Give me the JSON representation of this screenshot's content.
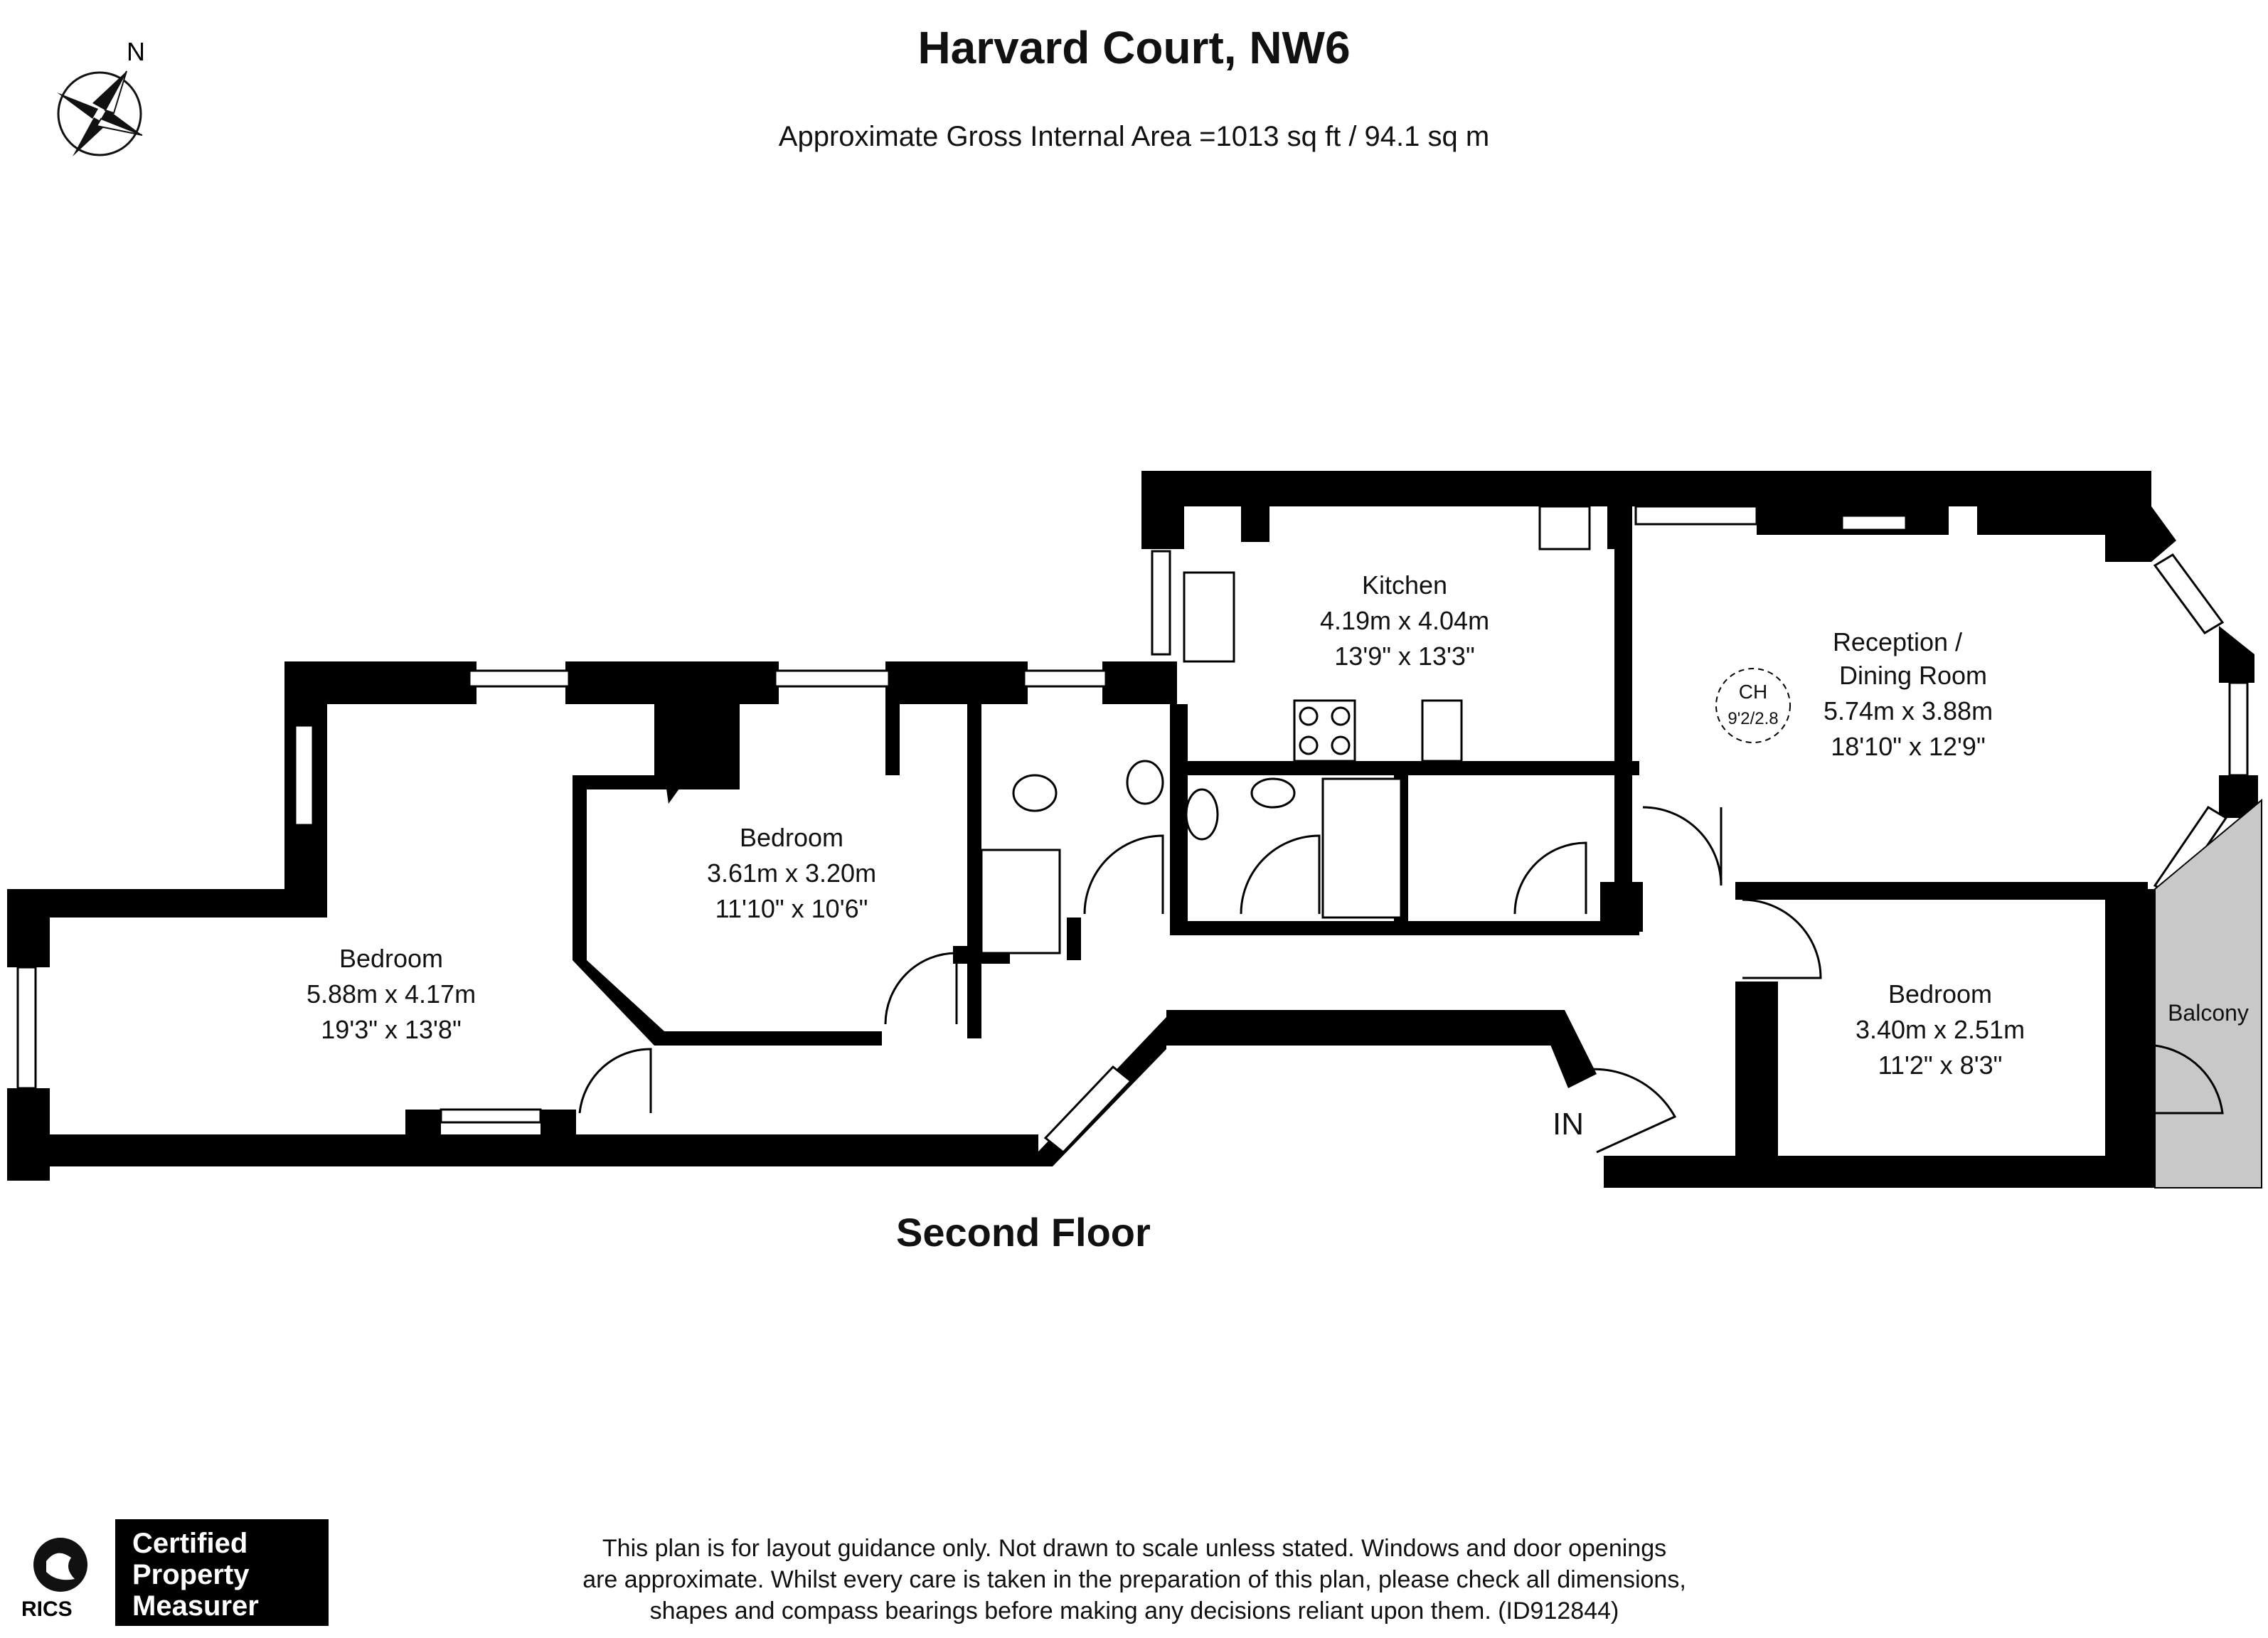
{
  "header": {
    "title": "Harvard Court, NW6",
    "subtitle": "Approximate Gross Internal Area =1013 sq ft / 94.1 sq m"
  },
  "compass": {
    "north_label": "N",
    "icon": "compass-rose-icon"
  },
  "floor": {
    "label": "Second Floor"
  },
  "rooms": {
    "kitchen": {
      "name": "Kitchen",
      "metric": "4.19m x 4.04m",
      "imperial": "13'9\" x 13'3\""
    },
    "reception": {
      "name_line1": "Reception /",
      "name_line2": "Dining Room",
      "metric": "5.74m x 3.88m",
      "imperial": "18'10\" x 12'9\""
    },
    "ceiling_height": {
      "label": "CH",
      "value": "9'2/2.8"
    },
    "bedroom_middle": {
      "name": "Bedroom",
      "metric": "3.61m x 3.20m",
      "imperial": "11'10\" x 10'6\""
    },
    "bedroom_left": {
      "name": "Bedroom",
      "metric": "5.88m x 4.17m",
      "imperial": "19'3\" x 13'8\""
    },
    "bedroom_right": {
      "name": "Bedroom",
      "metric": "3.40m x 2.51m",
      "imperial": "11'2\" x 8'3\""
    },
    "balcony": {
      "name": "Balcony"
    },
    "entrance": {
      "label": "IN"
    }
  },
  "footer": {
    "disclaimer_line1": "This plan is for layout guidance only. Not drawn to scale unless stated. Windows and door openings",
    "disclaimer_line2": "are approximate. Whilst every care is taken in the preparation of this plan, please check all dimensions,",
    "disclaimer_line3": "shapes and compass bearings before making any decisions reliant upon them. (ID912844)",
    "rics_label": "RICS",
    "badge_line1": "Certified",
    "badge_line2": "Property",
    "badge_line3": "Measurer"
  },
  "colors": {
    "wall": "#000000",
    "balcony_fill": "#c8c8c8",
    "window": "#ffffff"
  }
}
